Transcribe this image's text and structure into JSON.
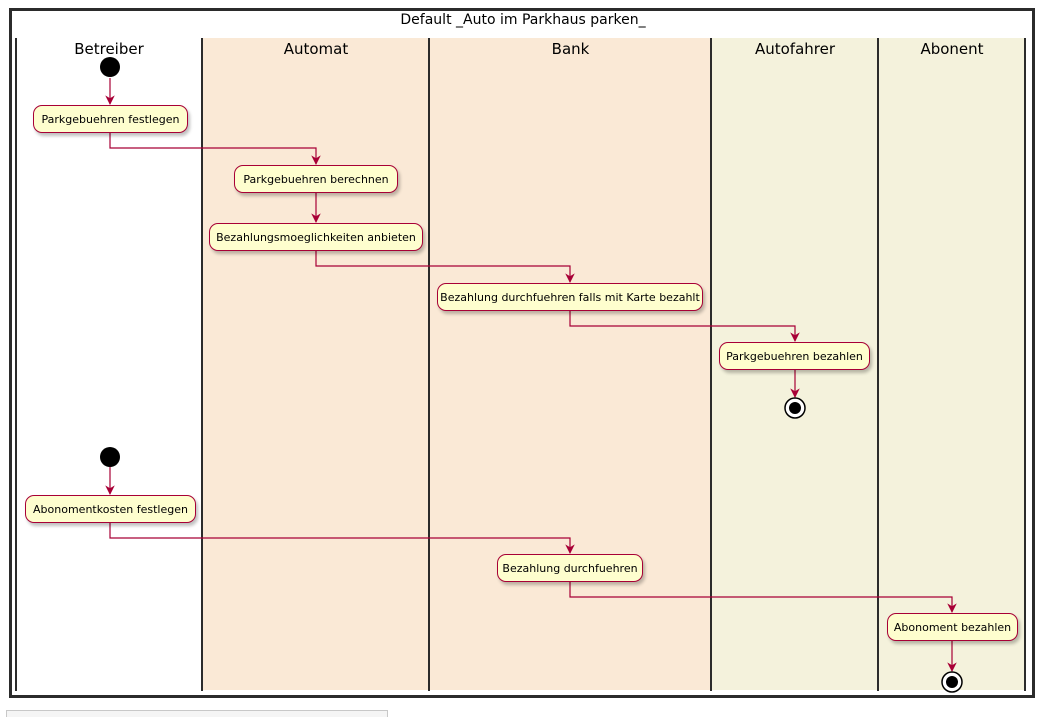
{
  "diagram": {
    "title": "Default _Auto im Parkhaus parken_",
    "lanes": [
      {
        "id": "betreiber",
        "label": "Betreiber",
        "color": "#ffffff"
      },
      {
        "id": "automat",
        "label": "Automat",
        "color": "#fae9d6"
      },
      {
        "id": "bank",
        "label": "Bank",
        "color": "#fae9d6"
      },
      {
        "id": "autofahrer",
        "label": "Autofahrer",
        "color": "#f4f2dc"
      },
      {
        "id": "abonent",
        "label": "Abonent",
        "color": "#f4f2dc"
      }
    ],
    "activities": {
      "parkgebuehren_festlegen": "Parkgebuehren festlegen",
      "parkgebuehren_berechnen": "Parkgebuehren berechnen",
      "bezahlungsmoeglichkeiten": "Bezahlungsmoeglichkeiten anbieten",
      "bezahlung_karte": "Bezahlung durchfuehren falls mit Karte bezahlt",
      "parkgebuehren_bezahlen": "Parkgebuehren bezahlen",
      "abonomentkosten_festlegen": "Abonomentkosten festlegen",
      "bezahlung_durchfuehren": "Bezahlung durchfuehren",
      "abonoment_bezahlen": "Abonoment bezahlen"
    },
    "colors": {
      "arrow": "#a80036",
      "activity_fill": "#fefece",
      "activity_border": "#a80036"
    }
  }
}
